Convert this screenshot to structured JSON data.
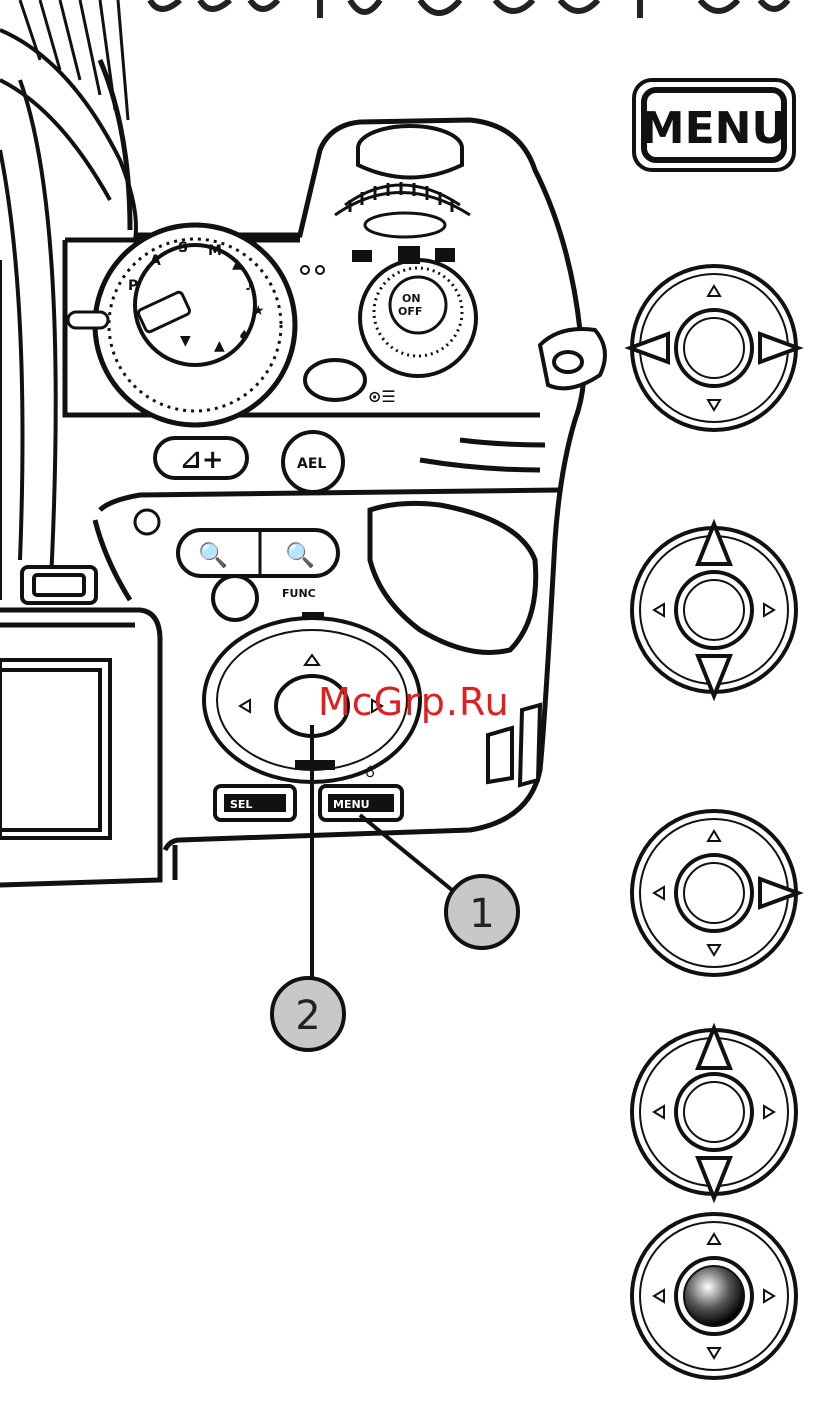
{
  "menu_button": {
    "label": "MENU"
  },
  "callouts": [
    {
      "number": "1"
    },
    {
      "number": "2"
    }
  ],
  "camera": {
    "zoom_label": "FUNC",
    "sel_label": "SEL",
    "menu_label": "MENU"
  },
  "watermark": "McGrp.Ru",
  "controller_states": [
    {
      "name": "left-right-pressed"
    },
    {
      "name": "up-down-pressed"
    },
    {
      "name": "right-pressed"
    },
    {
      "name": "up-down-pressed"
    },
    {
      "name": "center-pressed"
    }
  ],
  "colors": {
    "line": "#111111",
    "callout_fill": "#c8c8c8",
    "watermark": "#e02020",
    "center_pressed": "#333333"
  }
}
